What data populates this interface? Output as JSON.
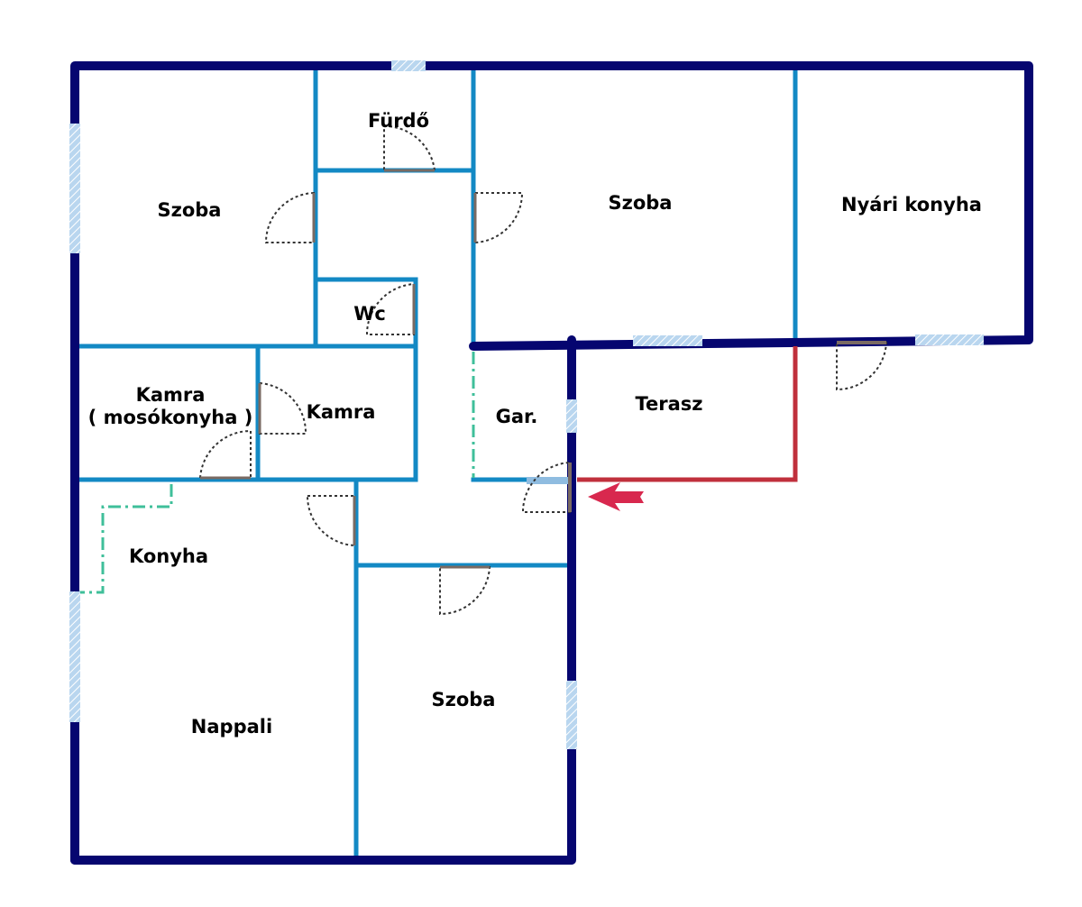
{
  "colors": {
    "outer_wall": "#060670",
    "inner_wall": "#1389c4",
    "terrace_wall": "#c0303c",
    "open_partition": "#3fbf9a",
    "window": "#8fbce0",
    "door_swing": "#333333",
    "door_leaf": "#7a6a62",
    "entrance_arrow": "#d8284e"
  },
  "rooms": {
    "szoba_nw": "Szoba",
    "furdo": "Fürdő",
    "szoba_n": "Szoba",
    "nyari_konyha": "Nyári konyha",
    "wc": "Wc",
    "kamra_left_line1": "Kamra",
    "kamra_left_line2": "( mosókonyha )",
    "kamra_right": "Kamra",
    "garazs": "Gar.",
    "terasz": "Terasz",
    "konyha": "Konyha",
    "nappali": "Nappali",
    "szoba_s": "Szoba"
  },
  "icons": {
    "entrance": "entrance-arrow-icon"
  }
}
